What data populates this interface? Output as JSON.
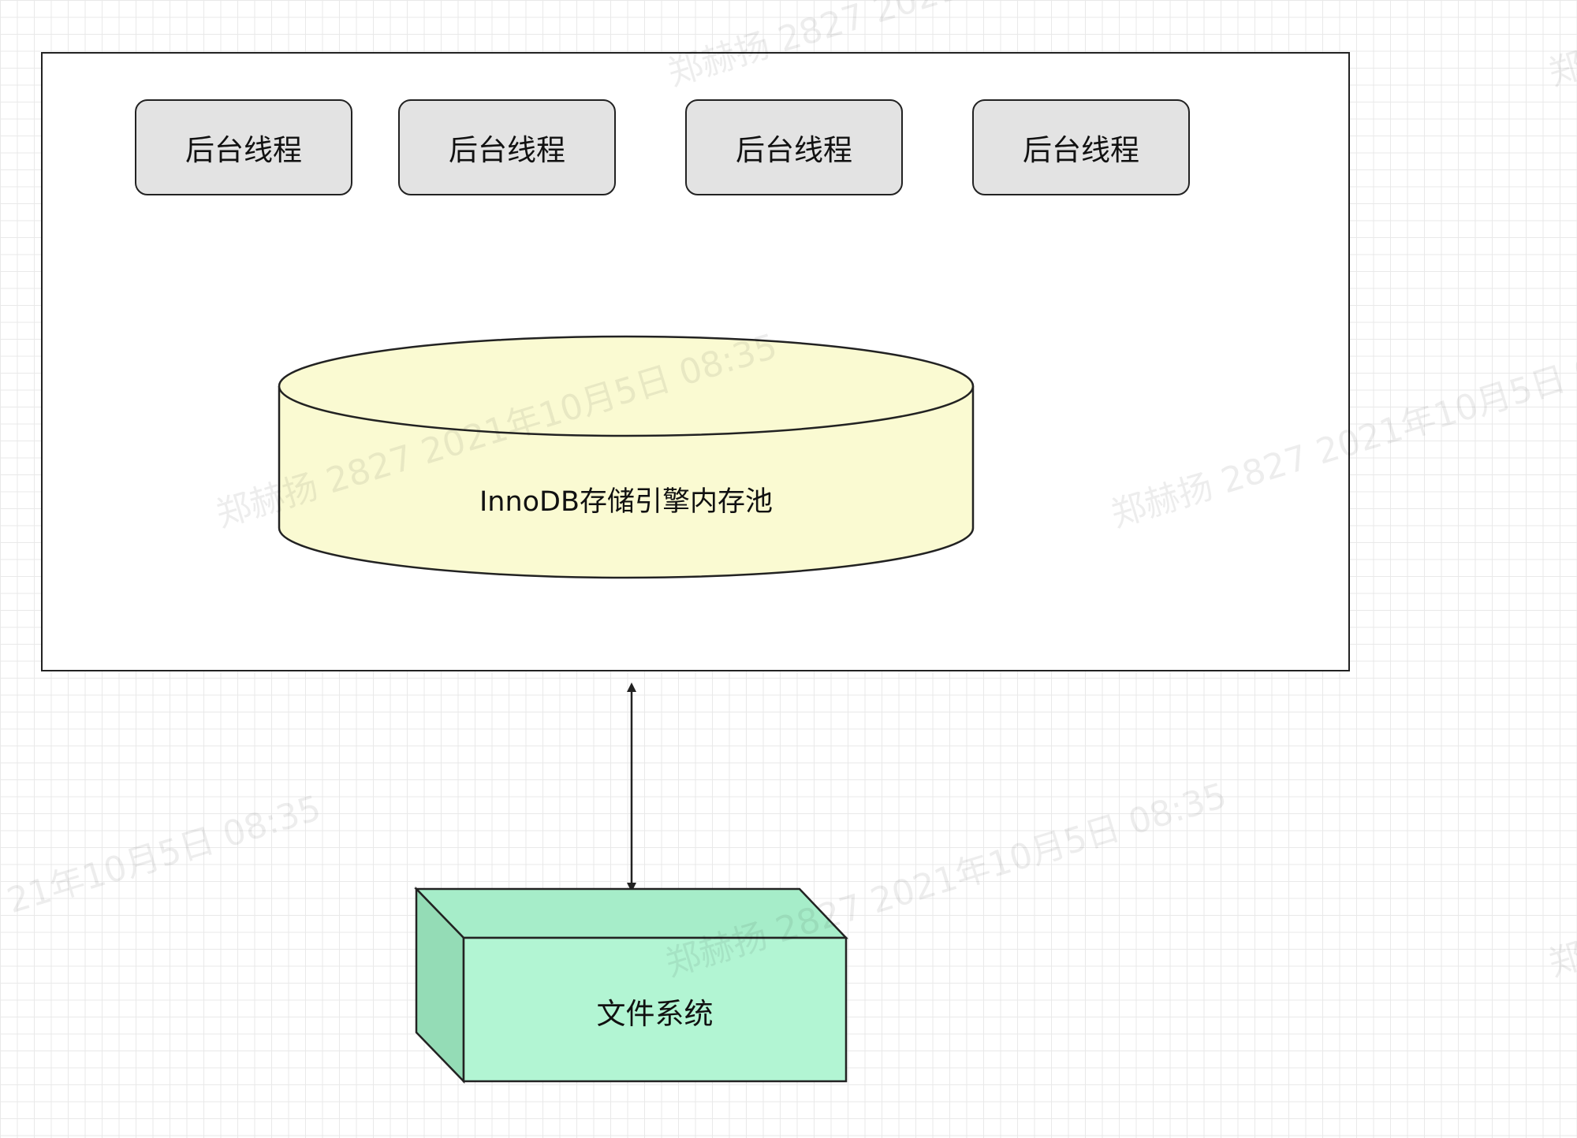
{
  "diagram": {
    "thread_boxes": [
      {
        "label": "后台线程"
      },
      {
        "label": "后台线程"
      },
      {
        "label": "后台线程"
      },
      {
        "label": "后台线程"
      }
    ],
    "buffer_pool": {
      "label": "InnoDB存储引擎内存池",
      "fill": "#fafad2"
    },
    "file_system": {
      "label": "文件系统",
      "fill": "#b2f5d3"
    },
    "connector": {
      "type": "bidirectional-arrow"
    }
  },
  "watermarks": [
    {
      "text": "郑赫扬 2827 2021年10月5日 08:35"
    },
    {
      "text": "郑赫扬 2827 2021年10月5日 08:35"
    },
    {
      "text": "郑赫扬 2827 2021年10月5日 08:35"
    },
    {
      "text": "21年10月5日 08:35"
    },
    {
      "text": "郑赫扬 2827 2021年10月5日 08:35"
    },
    {
      "text": "郑赫扬"
    },
    {
      "text": "郑"
    }
  ]
}
